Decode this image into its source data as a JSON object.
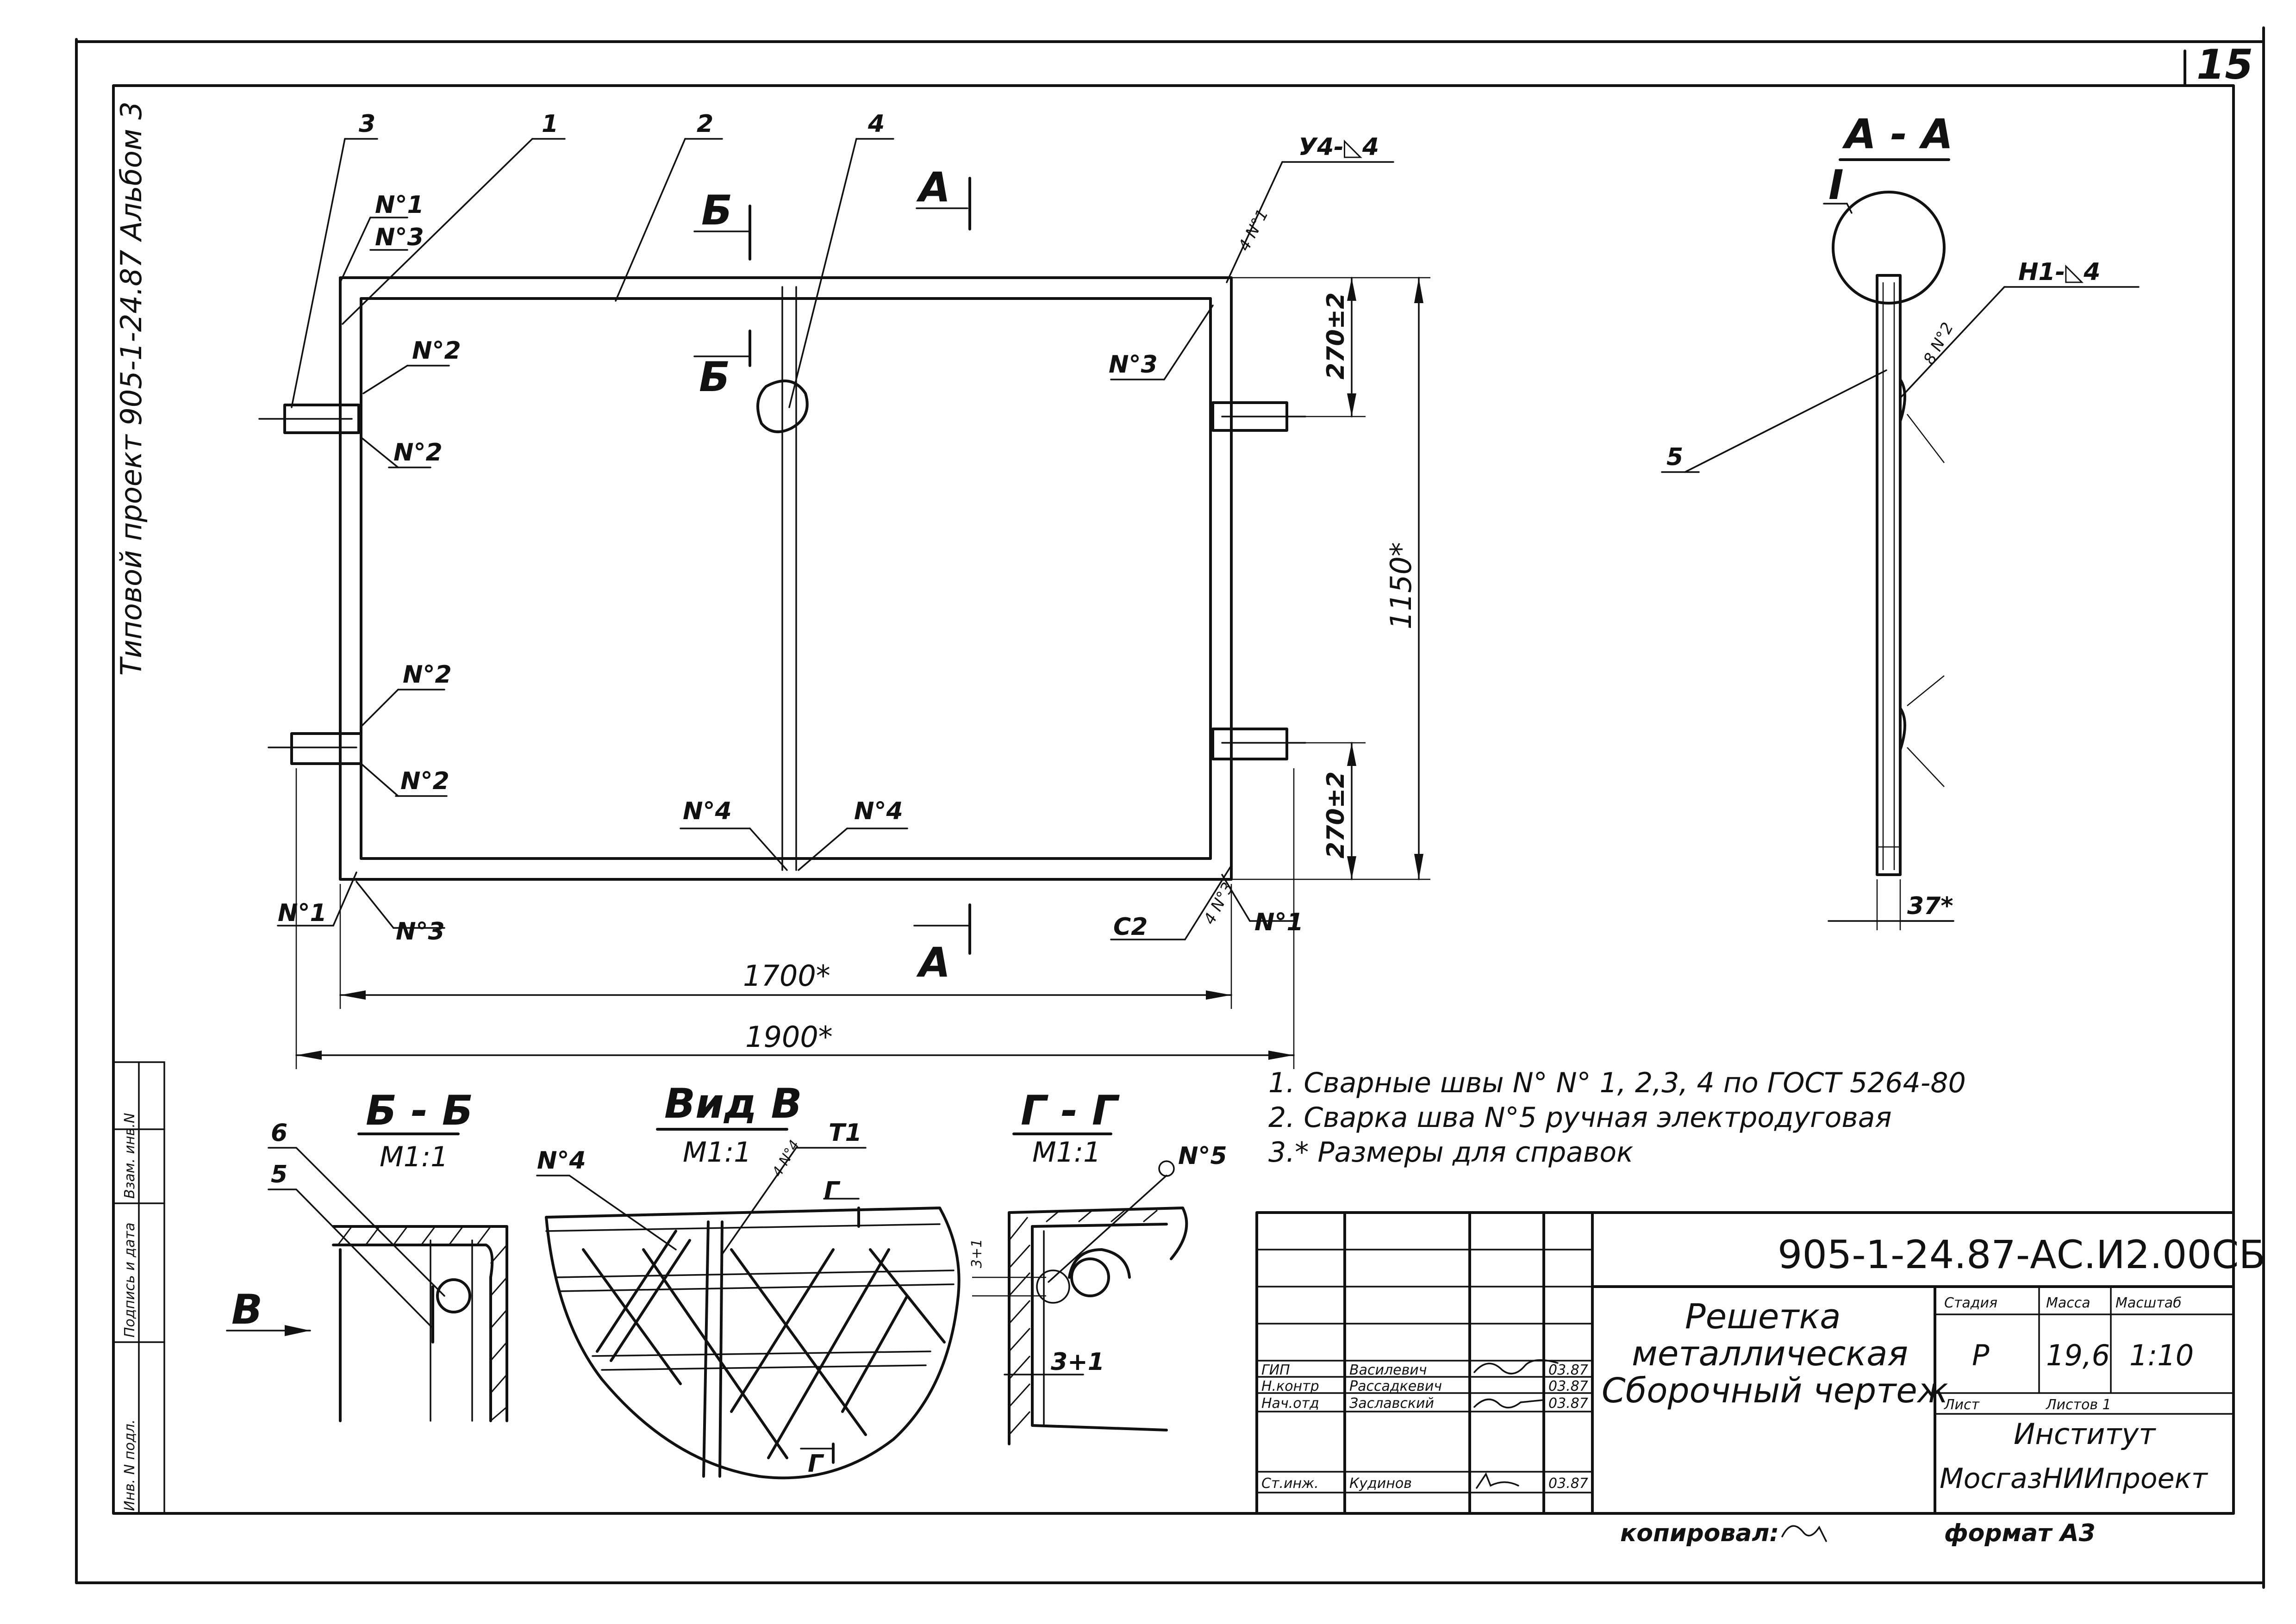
{
  "sheet": {
    "number": "15",
    "side_title": "Типовой проект 905-1-24.87  Альбом 3"
  },
  "main_view": {
    "positions": [
      "3",
      "1",
      "2",
      "4"
    ],
    "weld_symbol": "У4-◺4",
    "welds": {
      "n1_tl": "N°1",
      "n3_tl": "N°3",
      "n2_l1": "N°2",
      "n2_l2": "N°2",
      "n2_l3": "N°2",
      "n2_l4": "N°2",
      "n3_r": "N°3",
      "n4_l": "N°4",
      "n4_r": "N°4",
      "n1_bl": "N°1",
      "n3_bl": "N°3",
      "n1_br": "N°1",
      "c2": "С2",
      "corner_tr": "4 N°1",
      "corner_br": "4 N°3"
    },
    "section_marks": {
      "a_top": "А",
      "a_bottom": "А",
      "b_top": "Б",
      "b_bottom": "Б"
    },
    "dimensions": {
      "inner_width": "1700*",
      "outer_width": "1900*",
      "height": "1150*",
      "top_offset": "270±2",
      "bottom_offset": "270±2"
    }
  },
  "section_aa": {
    "title": "А - А",
    "callout": "I",
    "weld_symbol": "Н1-◺4",
    "weld_label": "8 N°2",
    "position": "5",
    "thickness": "37*"
  },
  "detail_bb": {
    "title": "Б - Б",
    "scale": "М1:1",
    "positions": [
      "6",
      "5"
    ],
    "view_arrow": "В"
  },
  "detail_view_b": {
    "title": "Вид В",
    "scale": "М1:1",
    "weld": "N°4",
    "weld_count": "4 N°4",
    "weld_symbol": "Т1",
    "cut_mark_top": "Г",
    "cut_mark_bottom": "Г"
  },
  "detail_gg": {
    "title": "Г - Г",
    "scale": "М1:1",
    "weld": "N°5",
    "dim_top": "3+1",
    "dim_bottom": "3+1"
  },
  "notes": [
    "1. Сварные  швы  N° N° 1, 2,3, 4 по  ГОСТ  5264-80",
    "2. Сварка  шва  N°5  ручная  электродуговая",
    "3.* Размеры  для  справок"
  ],
  "title_block": {
    "document_code": "905-1-24.87-АС.И2.00СБ",
    "name_lines": [
      "Решетка",
      "металлическая",
      "Сборочный  чертеж"
    ],
    "stage_header": "Стадия",
    "mass_header": "Масса",
    "scale_header": "Масштаб",
    "stage": "Р",
    "mass": "19,6",
    "scale": "1:10",
    "sheet_label": "Лист",
    "sheets_label": "Листов 1",
    "org_line1": "Институт",
    "org_line2": "МосгазНИИпроект",
    "signers": [
      {
        "role": "ГИП",
        "name": "Василевич",
        "date": "03.87"
      },
      {
        "role": "Н.контр",
        "name": "Рассадкевич",
        "date": "03.87"
      },
      {
        "role": "Нач.отд",
        "name": "Заславский",
        "date": "03.87"
      },
      {
        "role": "Ст.инж.",
        "name": "Кудинов",
        "date": "03.87"
      }
    ],
    "copied_by": "копировал:",
    "format": "формат А3"
  },
  "left_stamp": [
    "Инв. N подл.",
    "Подпись и дата",
    "Взам. инв.N"
  ]
}
